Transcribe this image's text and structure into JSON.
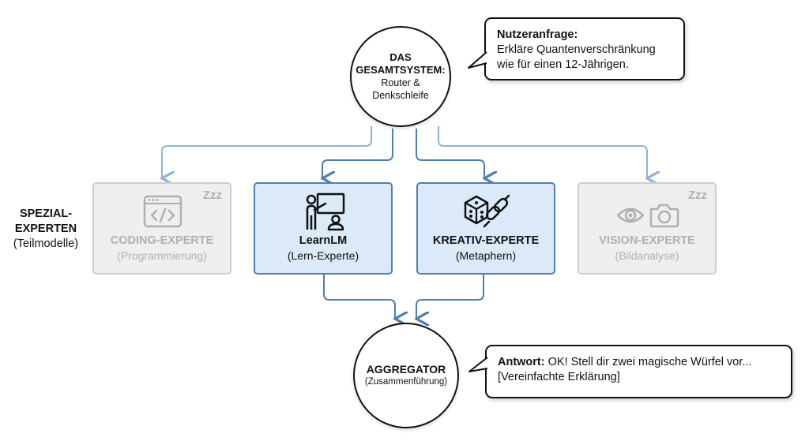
{
  "system": {
    "title": "DAS\nGESAMTSYSTEM:",
    "sub": "Router &\nDenkschleife"
  },
  "query": {
    "label": "Nutzeranfrage:",
    "text": "Erkläre Quantenverschränkung\nwie für einen 12-Jährigen."
  },
  "side_label": {
    "title": "SPEZIAL-\nEXPERTEN",
    "sub": "(Teilmodelle)"
  },
  "experts": [
    {
      "name": "CODING-EXPERTE",
      "desc": "(Programmierung)",
      "status": "Zzz",
      "icon": "code-window-icon",
      "active": false
    },
    {
      "name": "LearnLM",
      "desc": "(Lern-Experte)",
      "icon": "teacher-board-icon",
      "active": true
    },
    {
      "name": "KREATIV-EXPERTE",
      "desc": "(Metaphern)",
      "icon": "dice-chain-icon",
      "active": true
    },
    {
      "name": "VISION-EXPERTE",
      "desc": "(Bildanalyse)",
      "status": "Zzz",
      "icon": "eye-camera-icon",
      "active": false
    }
  ],
  "aggregator": {
    "title": "AGGREGATOR",
    "sub": "(Zusammenführung)"
  },
  "answer": {
    "label": "Antwort:",
    "text": "OK! Stell dir zwei magische Würfel vor...",
    "line2": "[Vereinfachte Erklärung]"
  },
  "colors": {
    "active_fill": "#dce9f8",
    "active_border": "#4f7fad",
    "inactive_fill": "#efefef",
    "inactive_text": "#b0b0b0",
    "inactive_wire": "#8fb4d6",
    "active_wire": "#4f7fad"
  }
}
